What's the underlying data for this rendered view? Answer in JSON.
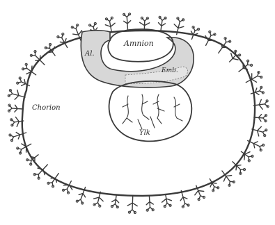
{
  "figure": {
    "labels": {
      "allantois": "Al.",
      "amnion": "Amnion",
      "embryo": "Emb.",
      "chorion": "Chorion",
      "yolk": "Ylk"
    }
  },
  "palette": {
    "ink": "#3a3a3a",
    "shade": "#d2d2d2",
    "paper": "#ffffff"
  }
}
